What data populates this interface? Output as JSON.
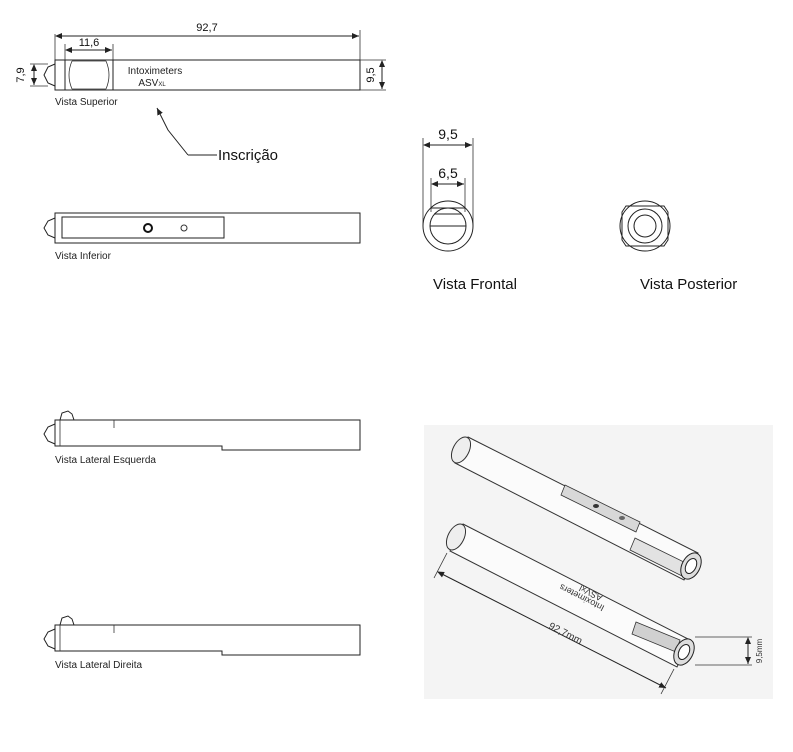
{
  "views": {
    "superior": {
      "caption": "Vista Superior",
      "dim_length": "92,7",
      "dim_window": "11,6",
      "dim_left_height": "7,9",
      "dim_right_height": "9,5",
      "inscription_line1": "Intoximeters",
      "inscription_line2": "ASV",
      "inscription_suffix": "XL"
    },
    "inscription_callout": "Inscrição",
    "inferior": {
      "caption": "Vista Inferior"
    },
    "frontal": {
      "caption": "Vista Frontal",
      "dim_outer": "9,5",
      "dim_inner": "6,5"
    },
    "posterior": {
      "caption": "Vista Posterior"
    },
    "lateral_esquerda": {
      "caption": "Vista Lateral Esquerda"
    },
    "lateral_direita": {
      "caption": "Vista Lateral Direita"
    },
    "photo": {
      "length_label": "92,7mm",
      "diameter_label": "9,5mm",
      "engraving_line1": "Intoximeters",
      "engraving_line2": "ASVxl"
    }
  }
}
